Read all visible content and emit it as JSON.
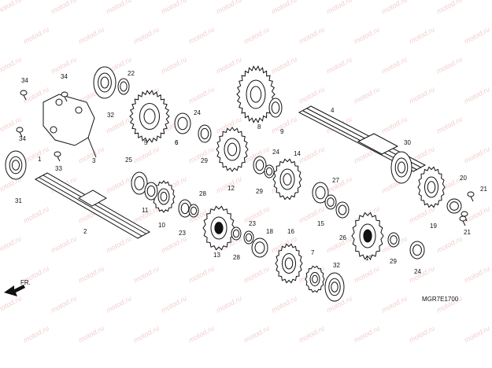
{
  "diagram": {
    "code": "MGR7E1700",
    "direction_label": "FR.",
    "watermark": "motod.ru",
    "parts": [
      "1",
      "2",
      "3",
      "4",
      "5",
      "6",
      "7",
      "8",
      "9",
      "10",
      "11",
      "12",
      "13",
      "14",
      "15",
      "16",
      "17",
      "18",
      "19",
      "20",
      "21",
      "22",
      "23",
      "24",
      "25",
      "26",
      "27",
      "28",
      "29",
      "30",
      "31",
      "32",
      "33",
      "34"
    ]
  }
}
